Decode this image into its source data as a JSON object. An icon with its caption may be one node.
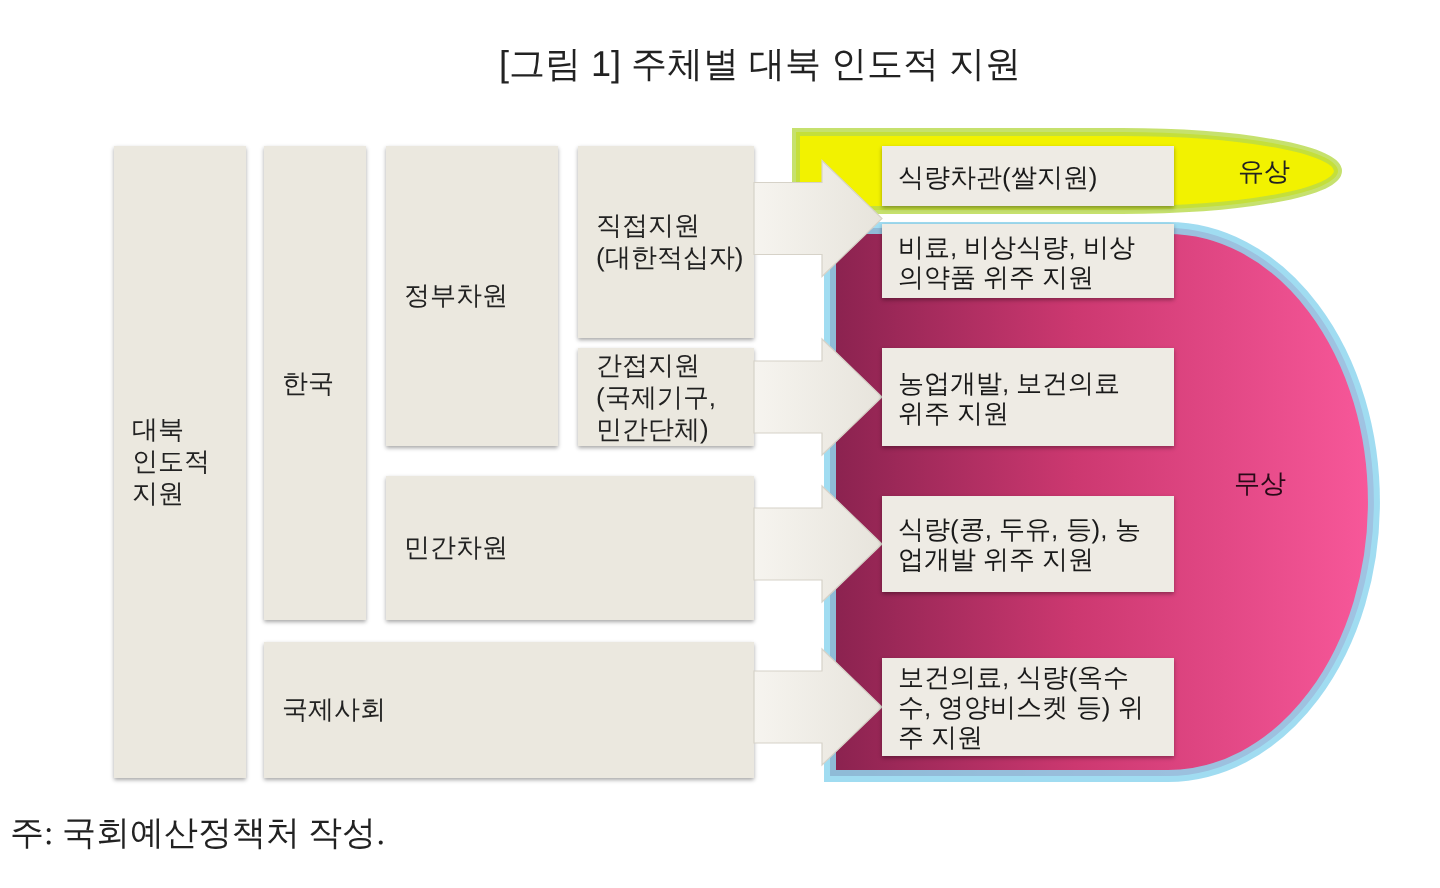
{
  "diagram": {
    "title": "[그림 1] 주체별 대북 인도적 지원",
    "caption": "주: 국회예산정책처 작성.",
    "nodes": [
      {
        "text": [
          "대북 인도적 지원"
        ]
      },
      {
        "text": [
          "한국"
        ]
      },
      {
        "text": [
          "정부차원"
        ]
      },
      {
        "text": [
          "직접지원 (대한적십자)"
        ]
      },
      {
        "text": [
          "간접지원 (국제기구, 민간단체)"
        ]
      },
      {
        "text": [
          "민간차원"
        ]
      },
      {
        "text": [
          "국제사회"
        ]
      },
      {
        "text": [
          "유상"
        ]
      },
      {
        "text": [
          "식량차관(쌀지원)"
        ],
        "in": 7
      },
      {
        "text": [
          "무상"
        ]
      },
      {
        "text": [
          "비료, 비상식량, 비상 의약품 위주 지원"
        ],
        "in": 9
      },
      {
        "text": [
          "농업개발, 보건의료 위주 지원"
        ],
        "in": 9
      },
      {
        "text": [
          "식량(콩, 두유, 등), 농업개발 위주 지원"
        ],
        "in": 9
      },
      {
        "text": [
          "보건의료, 식량(옥수수, 영양비스켓 등) 위주 지원"
        ],
        "in": 9
      }
    ],
    "edges": [
      {
        "from": 3,
        "to": 8,
        "arrow": "to"
      },
      {
        "from": 3,
        "to": 10,
        "arrow": "to"
      },
      {
        "from": 4,
        "to": 11,
        "arrow": "to"
      },
      {
        "from": 5,
        "to": 12,
        "arrow": "to"
      },
      {
        "from": 6,
        "to": 13,
        "arrow": "to"
      }
    ]
  }
}
